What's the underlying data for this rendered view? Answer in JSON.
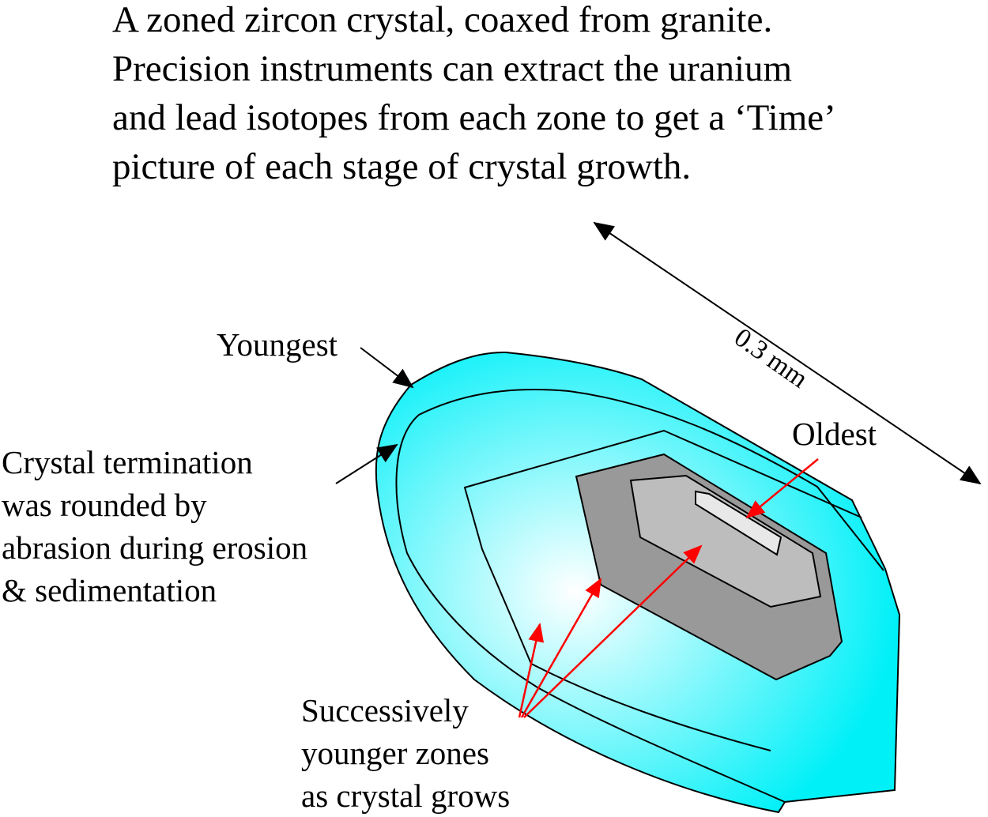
{
  "caption": {
    "lines": [
      "A zoned zircon crystal, coaxed from granite.",
      "Precision instruments can extract the uranium",
      "and lead isotopes from each zone to get a ‘Time’",
      "picture of each stage of crystal growth."
    ]
  },
  "labels": {
    "youngest": "Youngest",
    "oldest": "Oldest",
    "termination": [
      "Crystal termination",
      "was rounded by",
      "abrasion during erosion",
      "& sedimentation"
    ],
    "successive": [
      "Successively",
      "younger zones",
      "as crystal grows"
    ],
    "scale": "0.3 mm"
  },
  "colors": {
    "crystal_outer": "#00f0f8",
    "crystal_center": "#ffffff",
    "zone_dark": "#999999",
    "zone_mid": "#bdbdbd",
    "zone_core": "#e8e8e8",
    "arrow_red": "#ff0000",
    "line_black": "#000000"
  }
}
